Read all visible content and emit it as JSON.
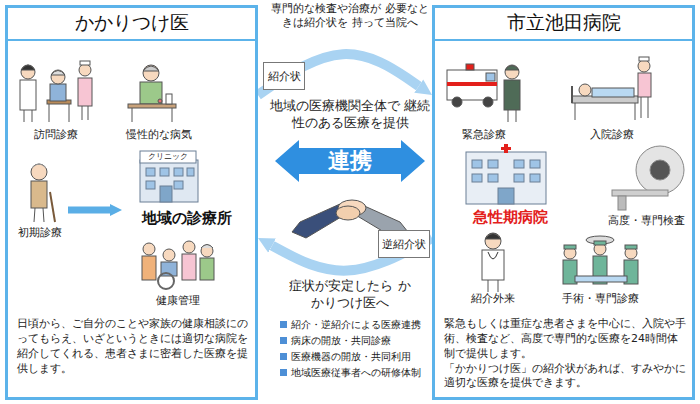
{
  "diagram": {
    "nodes": [
      {
        "text": [
          "かかりつけ医",
          "日頃から、ご自分のことや家族の健康相談にのってもらえ、いざというときには適切な病院を紹介してくれる、患者さまに密着した医療を提供します。"
        ]
      },
      {
        "text": [
          "訪問診療"
        ],
        "in": 0
      },
      {
        "text": [
          "慢性的な病気"
        ],
        "in": 0
      },
      {
        "text": [
          "初期診療"
        ],
        "in": 0
      },
      {
        "text": [
          "地域の診療所"
        ],
        "in": 0
      },
      {
        "text": [
          "健康管理"
        ],
        "in": 0
      },
      {
        "text": [
          "市立池田病院",
          "緊急もしくは重症な患者さまを中心に、入院や手術、検査など、高度で専門的な医療を24時間体制で提供します。",
          "「かかりつけ医」の紹介状があれば、すみやかに適切な医療を提供できます。"
        ]
      },
      {
        "text": [
          "緊急診療"
        ],
        "in": 6
      },
      {
        "text": [
          "入院診療"
        ],
        "in": 6
      },
      {
        "text": [
          "急性期病院"
        ],
        "in": 6
      },
      {
        "text": [
          "高度・専門検査"
        ],
        "in": 6
      },
      {
        "text": [
          "紹介外来"
        ],
        "in": 6
      },
      {
        "text": [
          "手術・専門診療"
        ],
        "in": 6
      },
      {
        "text": [
          "紹介状"
        ]
      },
      {
        "text": [
          "連携"
        ]
      },
      {
        "text": [
          "逆紹介状"
        ]
      }
    ],
    "edges": [
      {
        "from": 0,
        "to": 6,
        "arrow": "to"
      },
      {
        "from": 6,
        "to": 0,
        "arrow": "to"
      },
      {
        "from": 3,
        "to": 4,
        "arrow": "to"
      }
    ],
    "labels": [
      "専門的な検査や治療が 必要なときは紹介状を 持って当院へ",
      "地域の医療機関全体で 継続性のある医療を提供",
      "症状が安定したら かかりつけ医へ",
      "紹介・逆紹介による医療連携",
      "病床の開放・共同診療",
      "医療機器の開放・共同利用",
      "地域医療従事者への研修体制",
      "クリニック"
    ]
  }
}
